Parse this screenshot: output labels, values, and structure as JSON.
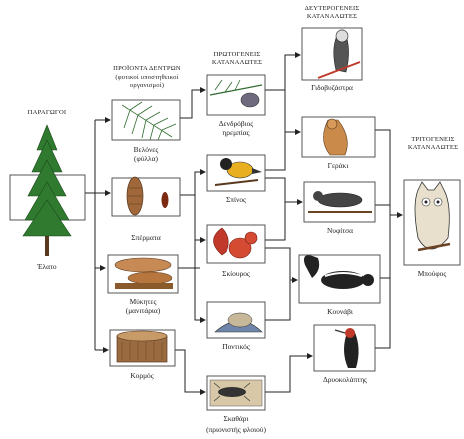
{
  "headers": {
    "producers": "ΠΑΡΑΓΩΓΟΙ",
    "tree_products_line1": "ΠΡΟΪΟΝΤΑ ΔΕΝΤΡΩΝ",
    "tree_products_line2": "(φυτικοί υποστηθεικοί",
    "tree_products_line3": "οργανισμοί)",
    "primary_line1": "ΠΡΩΤΟΓΕΝΕΙΣ",
    "primary_line2": "ΚΑΤΑΝΑΛΩΤΕΣ",
    "secondary_line1": "ΔΕΥΤΕΡΟΓΕΝΕΙΣ",
    "secondary_line2": "ΚΑΤΑΝΑΛΩΤΕΣ",
    "tertiary_line1": "ΤΡΙΤΟΓΕΝΕΙΣ",
    "tertiary_line2": "ΚΑΤΑΝΑΛΩΤΕΣ"
  },
  "labels": {
    "fir": "Έλατο",
    "needles_line1": "Βελόνες",
    "needles_line2": "(φύλλα)",
    "seeds": "Σπέρματα",
    "fungi_line1": "Μύκητες",
    "fungi_line2": "(μανιτάρια)",
    "trunk": "Κορμός",
    "bug_line1": "Δενδρόβιος",
    "bug_line2": "ηρεμπίας",
    "finch": "Σπίνος",
    "squirrel": "Σκίουρος",
    "mouse": "Ποντικός",
    "beetle_line1": "Σκαθάρι",
    "beetle_line2": "(πριονιστής φλοιού)",
    "crossbill": "Γιδοβυζάστρα",
    "hawk": "Γεράκι",
    "weasel": "Νυφίτσα",
    "skunk": "Κουνάβι",
    "woodpecker": "Δρυοκολάπτης",
    "owl": "Μπούφος"
  }
}
